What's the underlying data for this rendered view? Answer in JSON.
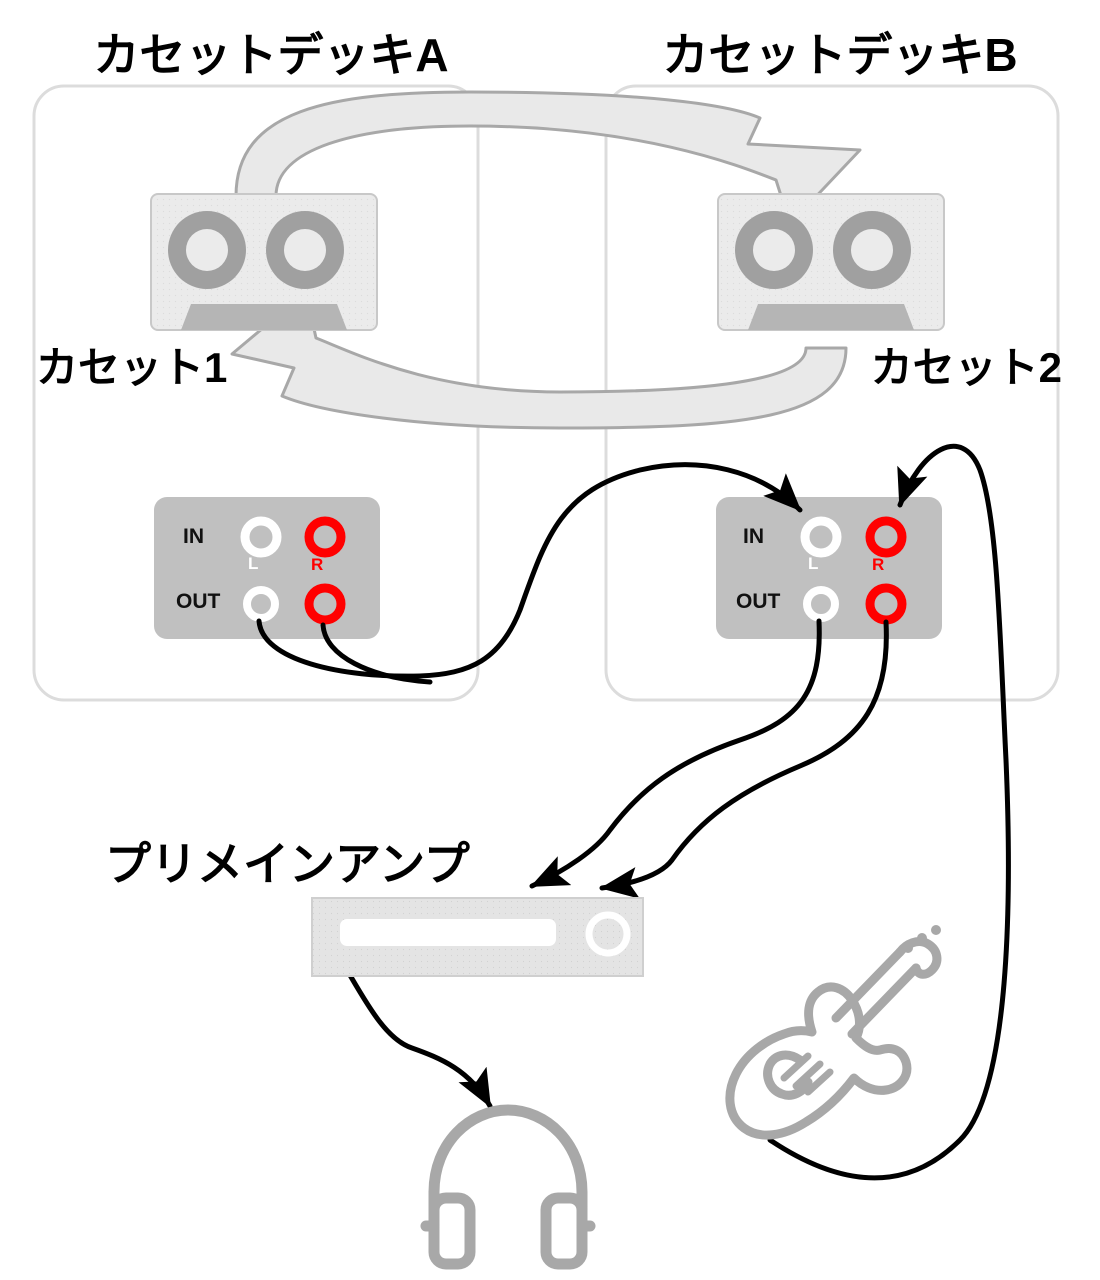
{
  "diagram": {
    "title_a": "カセットデッキA",
    "title_b": "カセットデッキB",
    "cassette_a_label": "カセット1",
    "cassette_b_label": "カセット2",
    "amp_label": "プリメインアンプ"
  },
  "deck_a": {
    "panel": {
      "in_label": "IN",
      "out_label": "OUT",
      "left_channel_label": "L",
      "right_channel_label": "R"
    }
  },
  "deck_b": {
    "panel": {
      "in_label": "IN",
      "out_label": "OUT",
      "left_channel_label": "L",
      "right_channel_label": "R"
    }
  },
  "colors": {
    "background": "#ffffff",
    "deck_border": "#dcdcdc",
    "cassette_body": "#e8e8e8",
    "cassette_reel": "#a0a0a0",
    "jack_panel": "#c0c0c0",
    "jack_left": "#ffffff",
    "jack_right": "#ff0000",
    "cable": "#000000",
    "swoosh": "#a8a8a8",
    "swoosh_fill": "#e3e3e3",
    "amp_body": "#e4e4e4",
    "amp_trim": "#ffffff",
    "device_outline": "#a8a8a8",
    "text": "#000000"
  },
  "icons": {
    "cassette": "cassette-tape-icon",
    "headphones": "headphones-icon",
    "guitar": "electric-guitar-icon",
    "amplifier": "amplifier-icon",
    "jack_left": "rca-jack-left-icon",
    "jack_right": "rca-jack-right-icon",
    "swoosh_arrow": "curved-block-arrow-icon",
    "cable_arrow": "cable-arrow-icon"
  }
}
